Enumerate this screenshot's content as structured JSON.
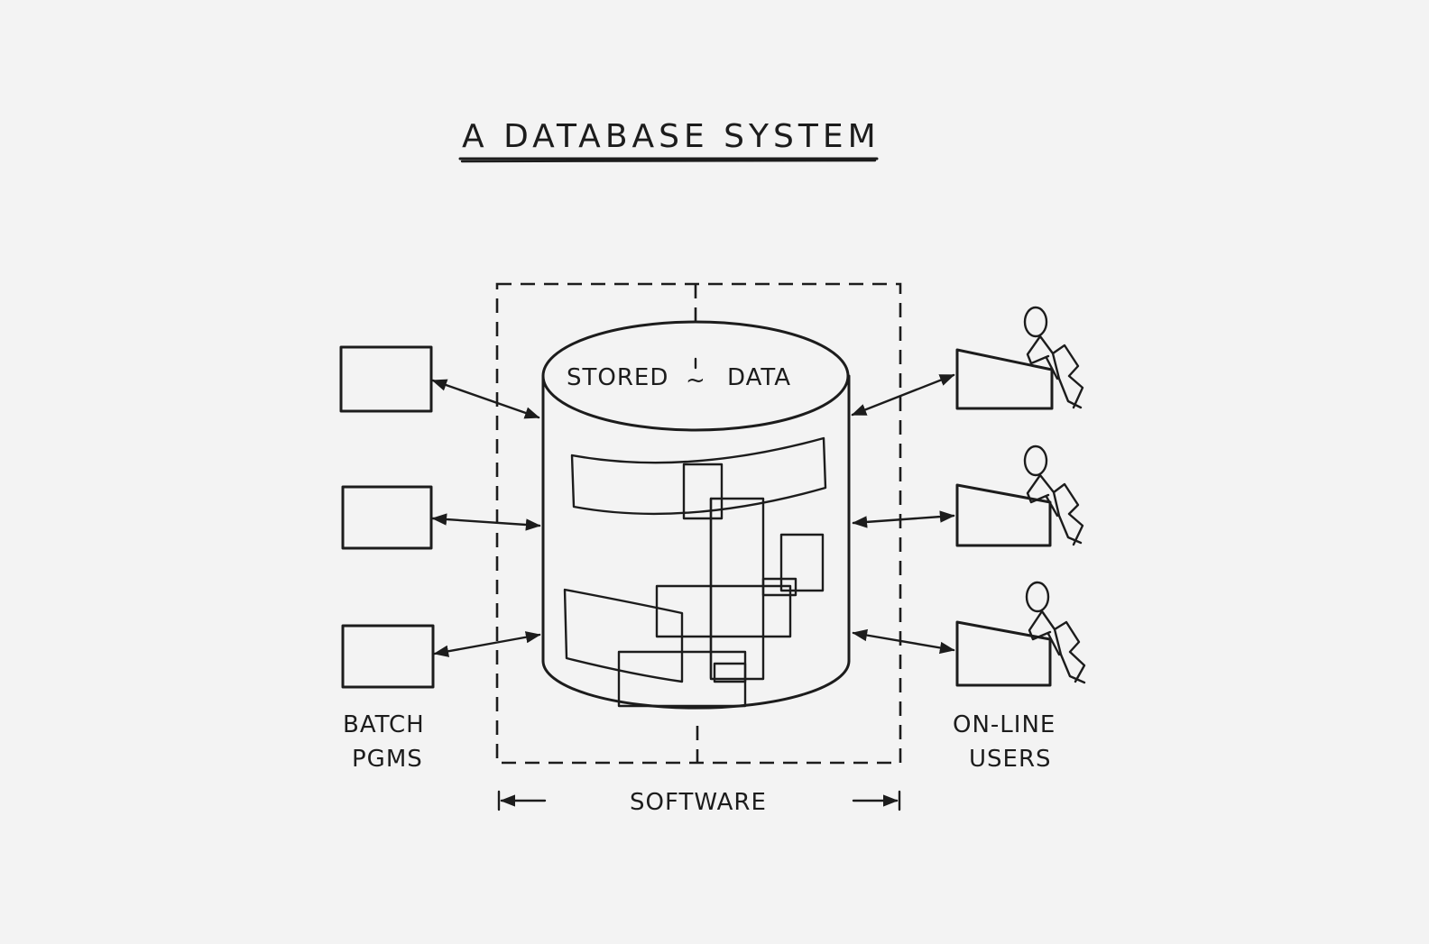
{
  "title": "A DATABASE SYSTEM",
  "stored_data_label_left": "STORED",
  "stored_data_separator": "~",
  "stored_data_label_right": "DATA",
  "batch_label": [
    "BATCH",
    "PGMS"
  ],
  "online_label": [
    "ON-LINE",
    "USERS"
  ],
  "software_label": "SOFTWARE",
  "ink_color": "#1c1c1c",
  "paper_color": "#f3f3f3"
}
